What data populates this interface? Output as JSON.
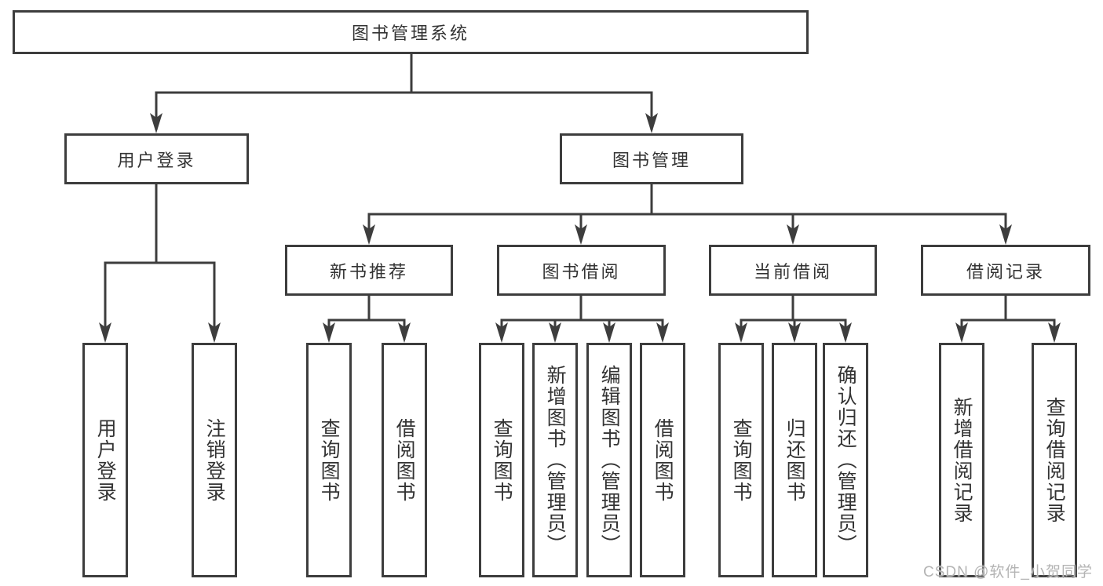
{
  "diagram": {
    "root": "图书管理系统",
    "level2": {
      "user_login": "用户登录",
      "book_mgmt": "图书管理"
    },
    "level3": {
      "new_book_rec": "新书推荐",
      "book_borrow": "图书借阅",
      "current_borrow": "当前借阅",
      "borrow_record": "借阅记录"
    },
    "leaves": {
      "user_login": "用户登录",
      "logout": "注销登录",
      "nbr_query": "查询图书",
      "nbr_borrow": "借阅图书",
      "bb_query": "查询图书",
      "bb_add": "新增图书（管理员）",
      "bb_edit": "编辑图书（管理员）",
      "bb_borrow": "借阅图书",
      "cb_query": "查询图书",
      "cb_return": "归还图书",
      "cb_confirm": "确认归还（管理员）",
      "br_add": "新增借阅记录",
      "br_query": "查询借阅记录"
    }
  },
  "watermark": "CSDN @软件_小贺同学",
  "colors": {
    "line": "#3d3d3d",
    "text": "#333333",
    "watermark": "#b4b4b4",
    "background": "#ffffff"
  }
}
